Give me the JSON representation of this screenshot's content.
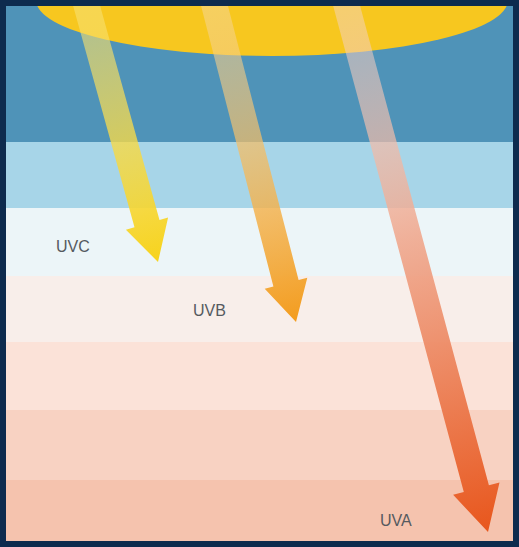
{
  "diagram": {
    "labels": [
      "UVC",
      "UVB",
      "UVA"
    ]
  }
}
